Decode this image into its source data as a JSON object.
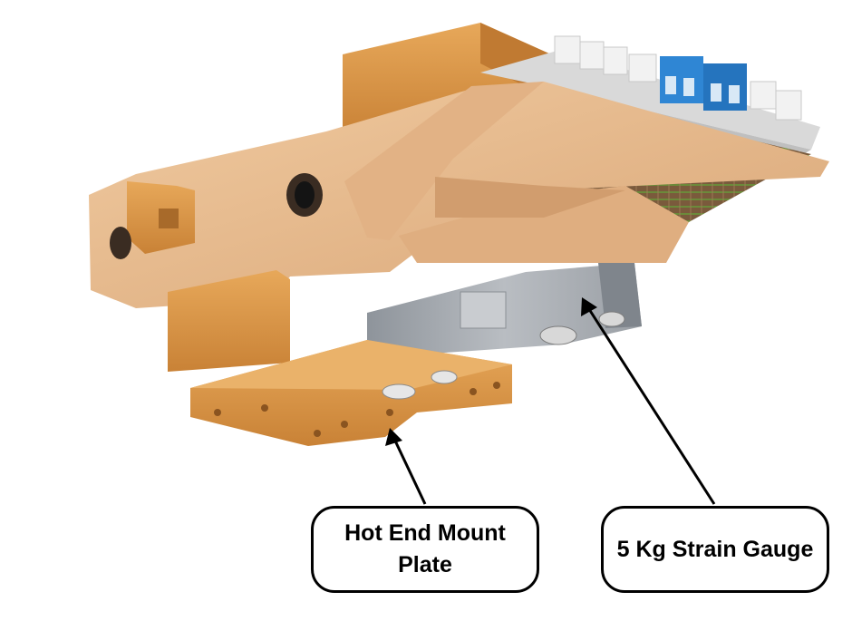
{
  "labels": {
    "hot_end_mount_plate": {
      "line1": "Hot End Mount",
      "line2": "Plate"
    },
    "strain_gauge": "5 Kg Strain Gauge"
  },
  "colors": {
    "pla_orange": "#dc9a4e",
    "pla_light": "#e9bb8c",
    "load_cell": "#a9adb2",
    "terminal_blue": "#2f86d4",
    "pcb_green": "#6b8a3a",
    "label_border": "#000000"
  }
}
